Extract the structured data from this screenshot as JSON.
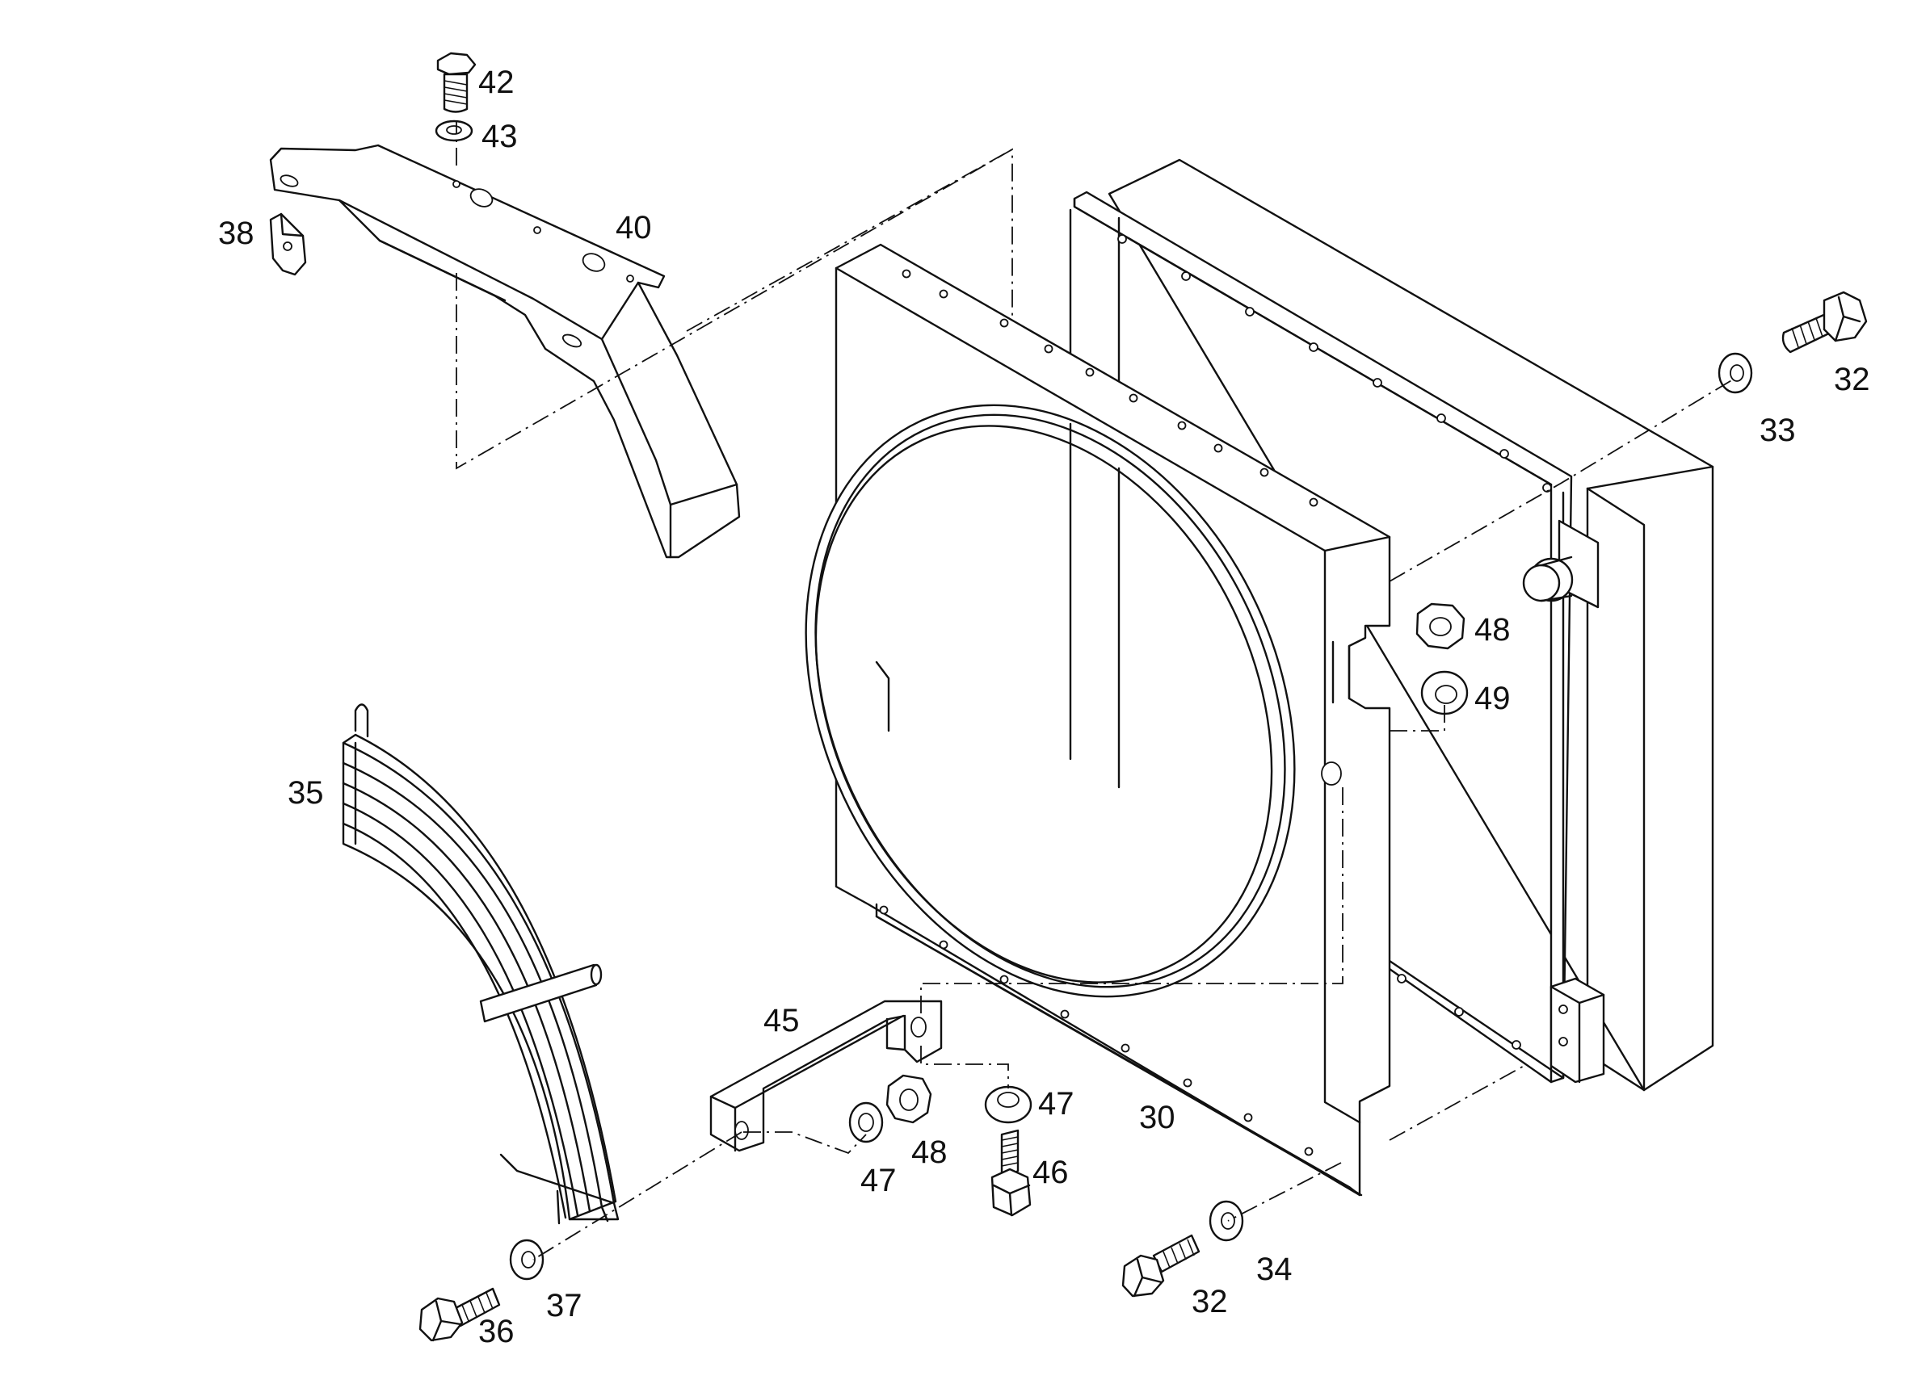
{
  "callouts": {
    "c30": "30",
    "c32a": "32",
    "c32b": "32",
    "c33": "33",
    "c34": "34",
    "c35": "35",
    "c36": "36",
    "c37": "37",
    "c38": "38",
    "c40": "40",
    "c42": "42",
    "c43": "43",
    "c45": "45",
    "c46": "46",
    "c47a": "47",
    "c47b": "47",
    "c48a": "48",
    "c48b": "48",
    "c49": "49"
  }
}
